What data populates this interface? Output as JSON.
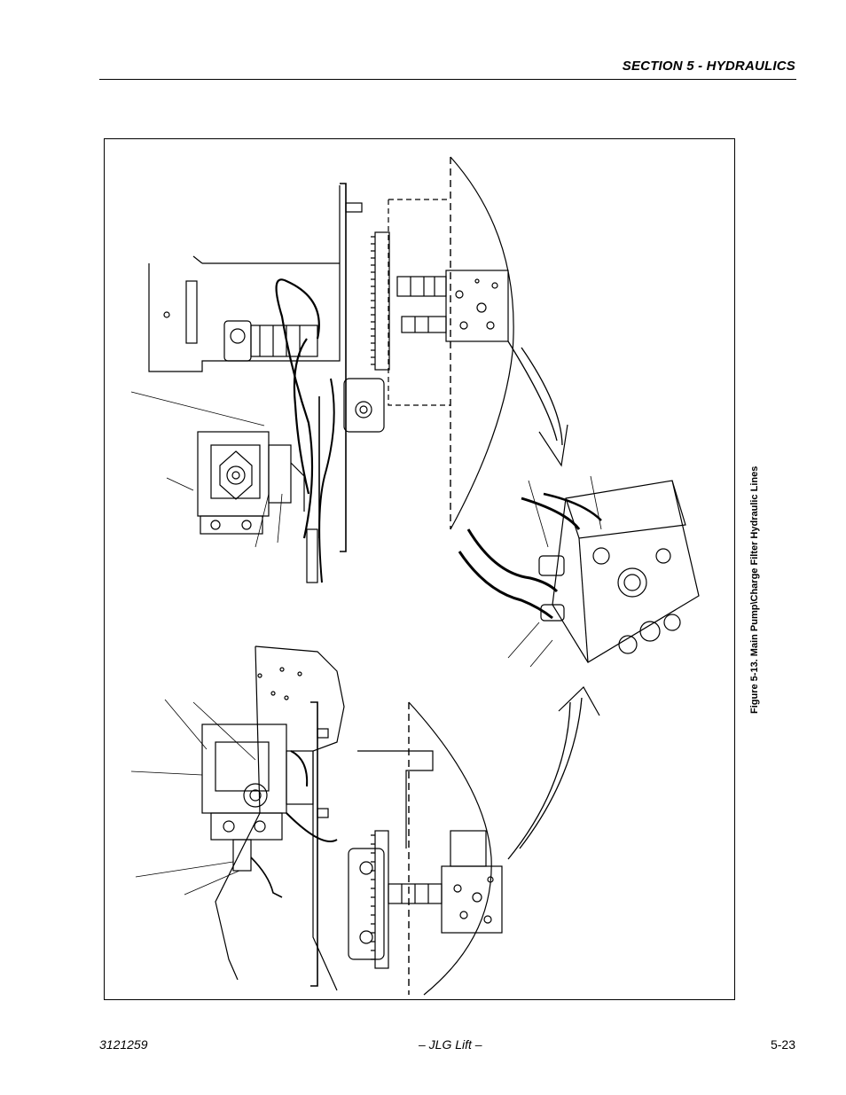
{
  "header": {
    "section_title": "SECTION 5 - HYDRAULICS"
  },
  "figure": {
    "caption": "Figure 5-13.  Main Pump\\Charge Filter Hydraulic Lines"
  },
  "footer": {
    "doc_number": "3121259",
    "brand": "– JLG Lift –",
    "page_number": "5-23"
  }
}
